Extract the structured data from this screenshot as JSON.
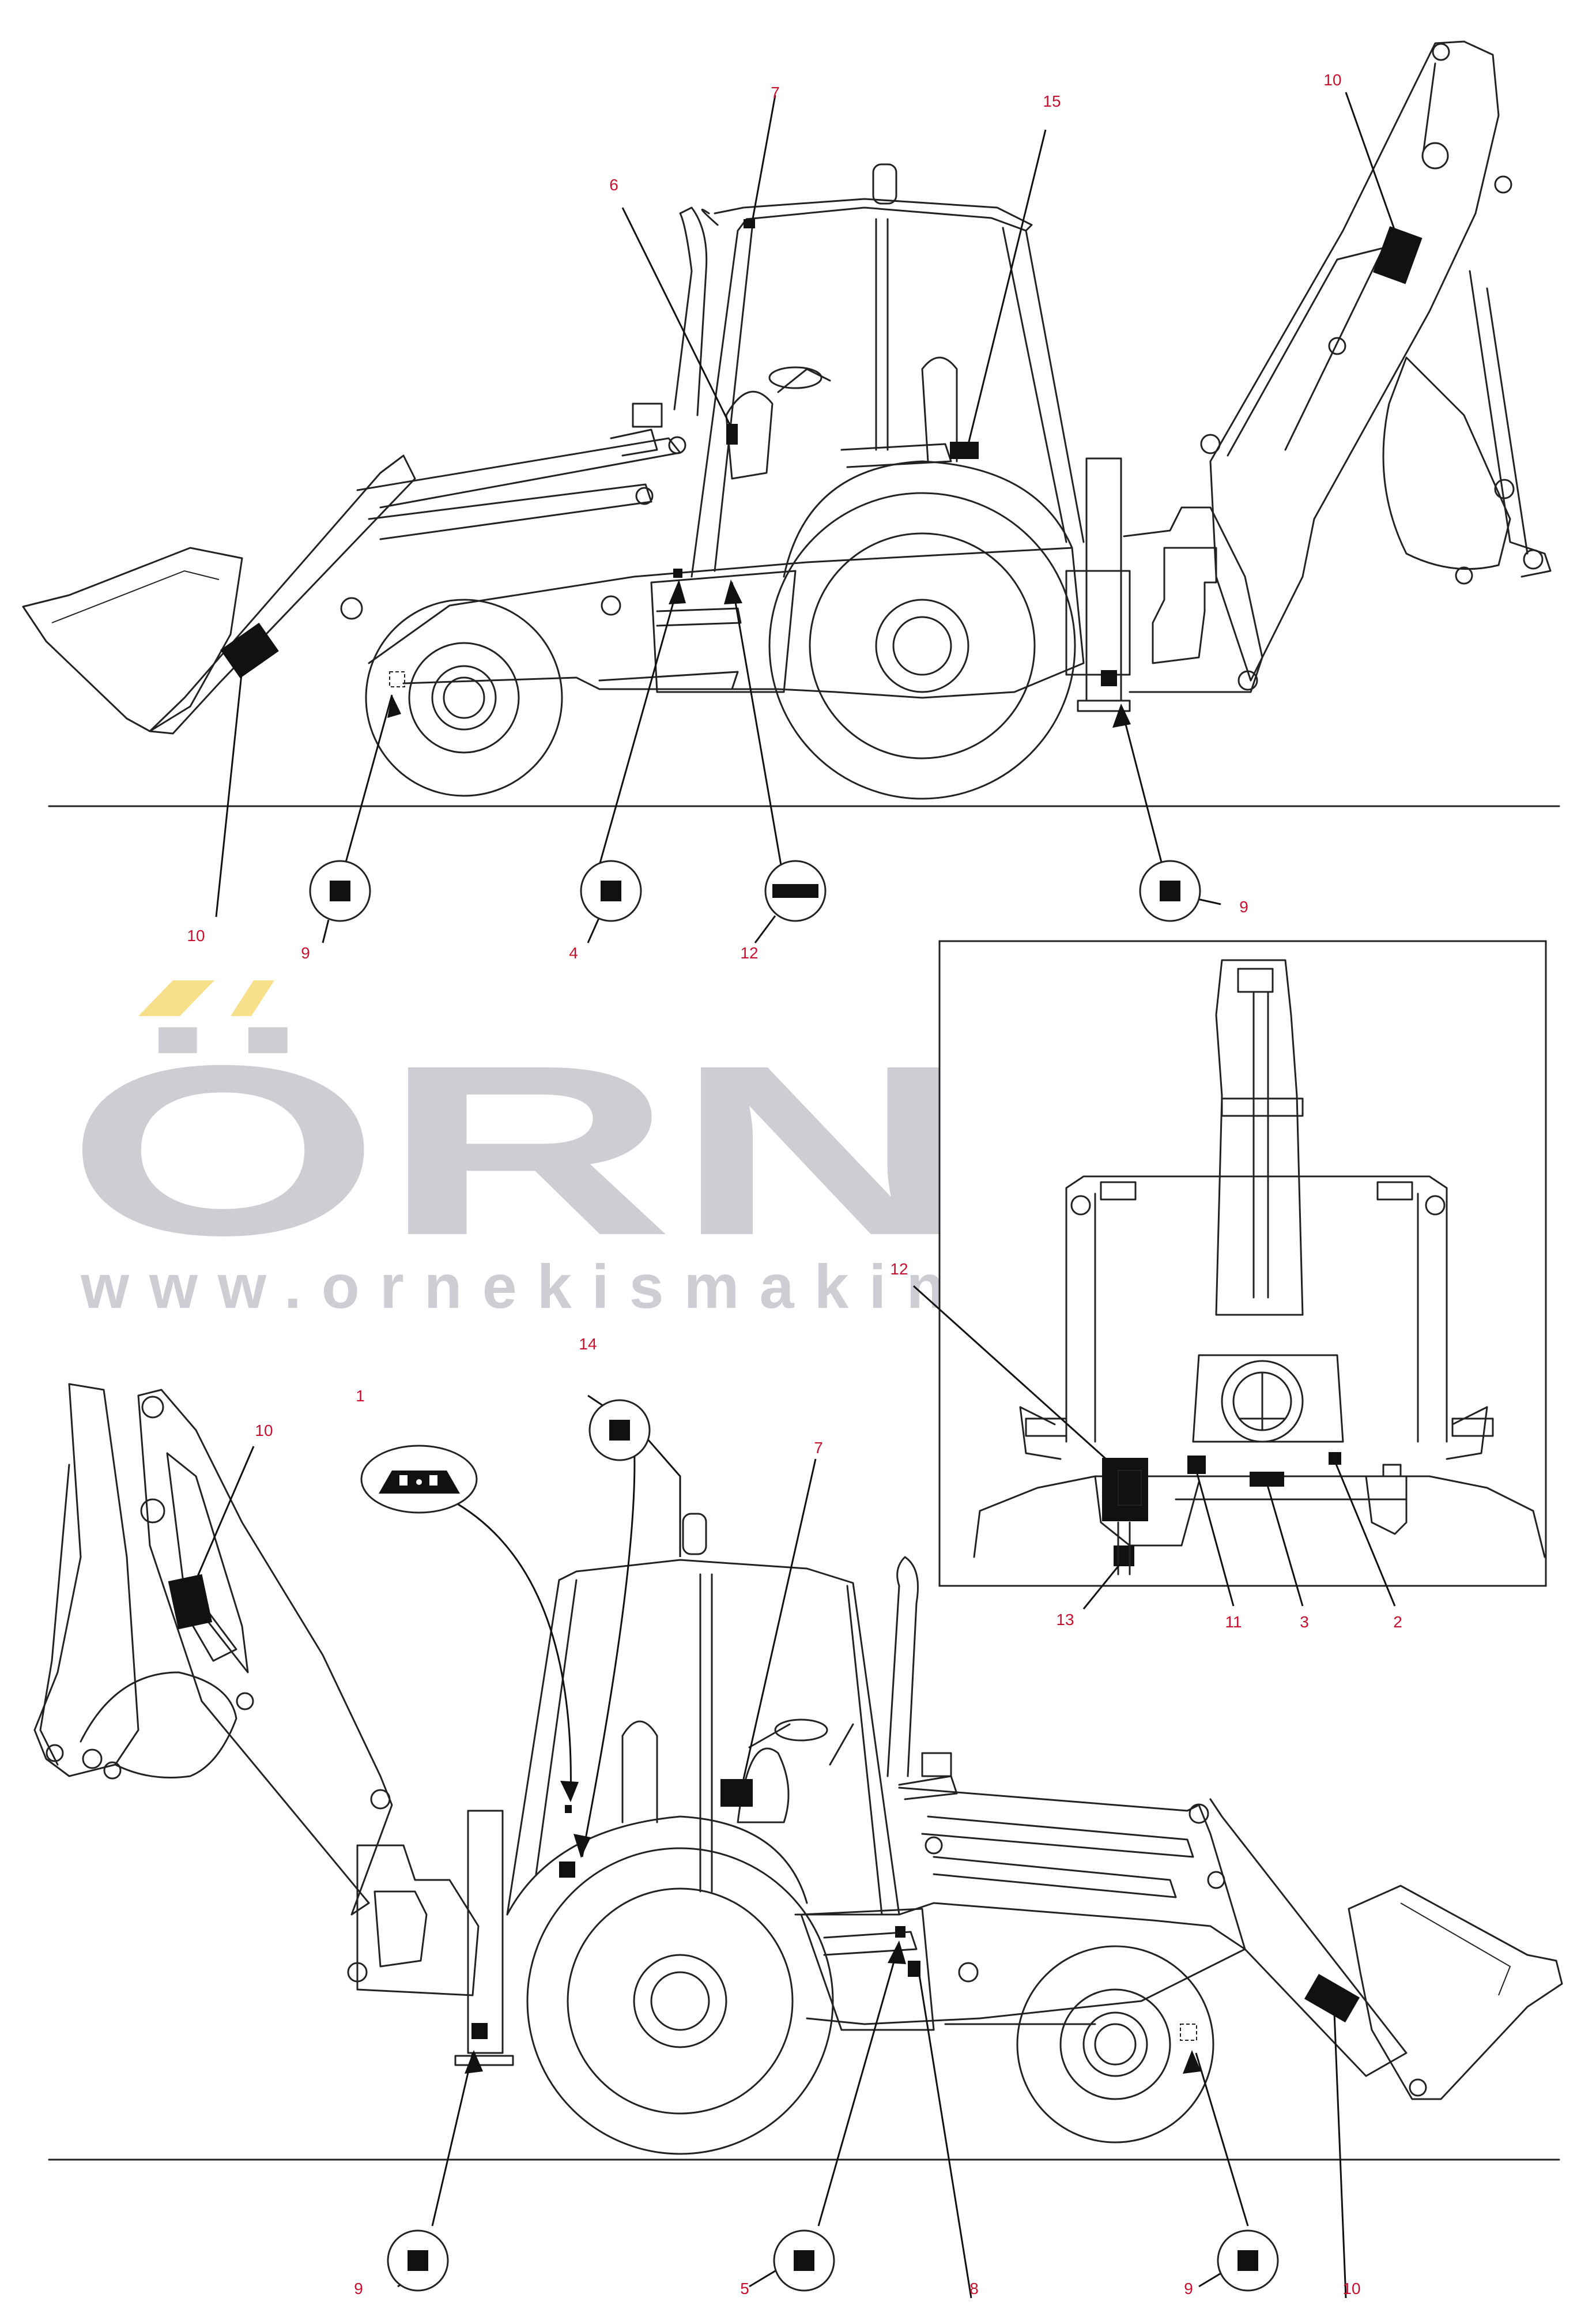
{
  "watermark": {
    "brand": "ÖRNEK",
    "url": "www.ornekismakinalari.com.tr",
    "text_color": "#cfcdd4",
    "accent_color": "#f8e08a"
  },
  "callout_color": "#c8102e",
  "callouts": {
    "c1": "1",
    "c2": "2",
    "c3": "3",
    "c4": "4",
    "c5": "5",
    "c6": "6",
    "c7_top": "7",
    "c7_bottom": "7",
    "c8": "8",
    "c9_a": "9",
    "c9_b": "9",
    "c9_c": "9",
    "c9_d": "9",
    "c10_a": "10",
    "c10_b": "10",
    "c10_c": "10",
    "c10_d": "10",
    "c11": "11",
    "c12_top": "12",
    "c12_inset": "12",
    "c13": "13",
    "c14": "14",
    "c15": "15"
  }
}
